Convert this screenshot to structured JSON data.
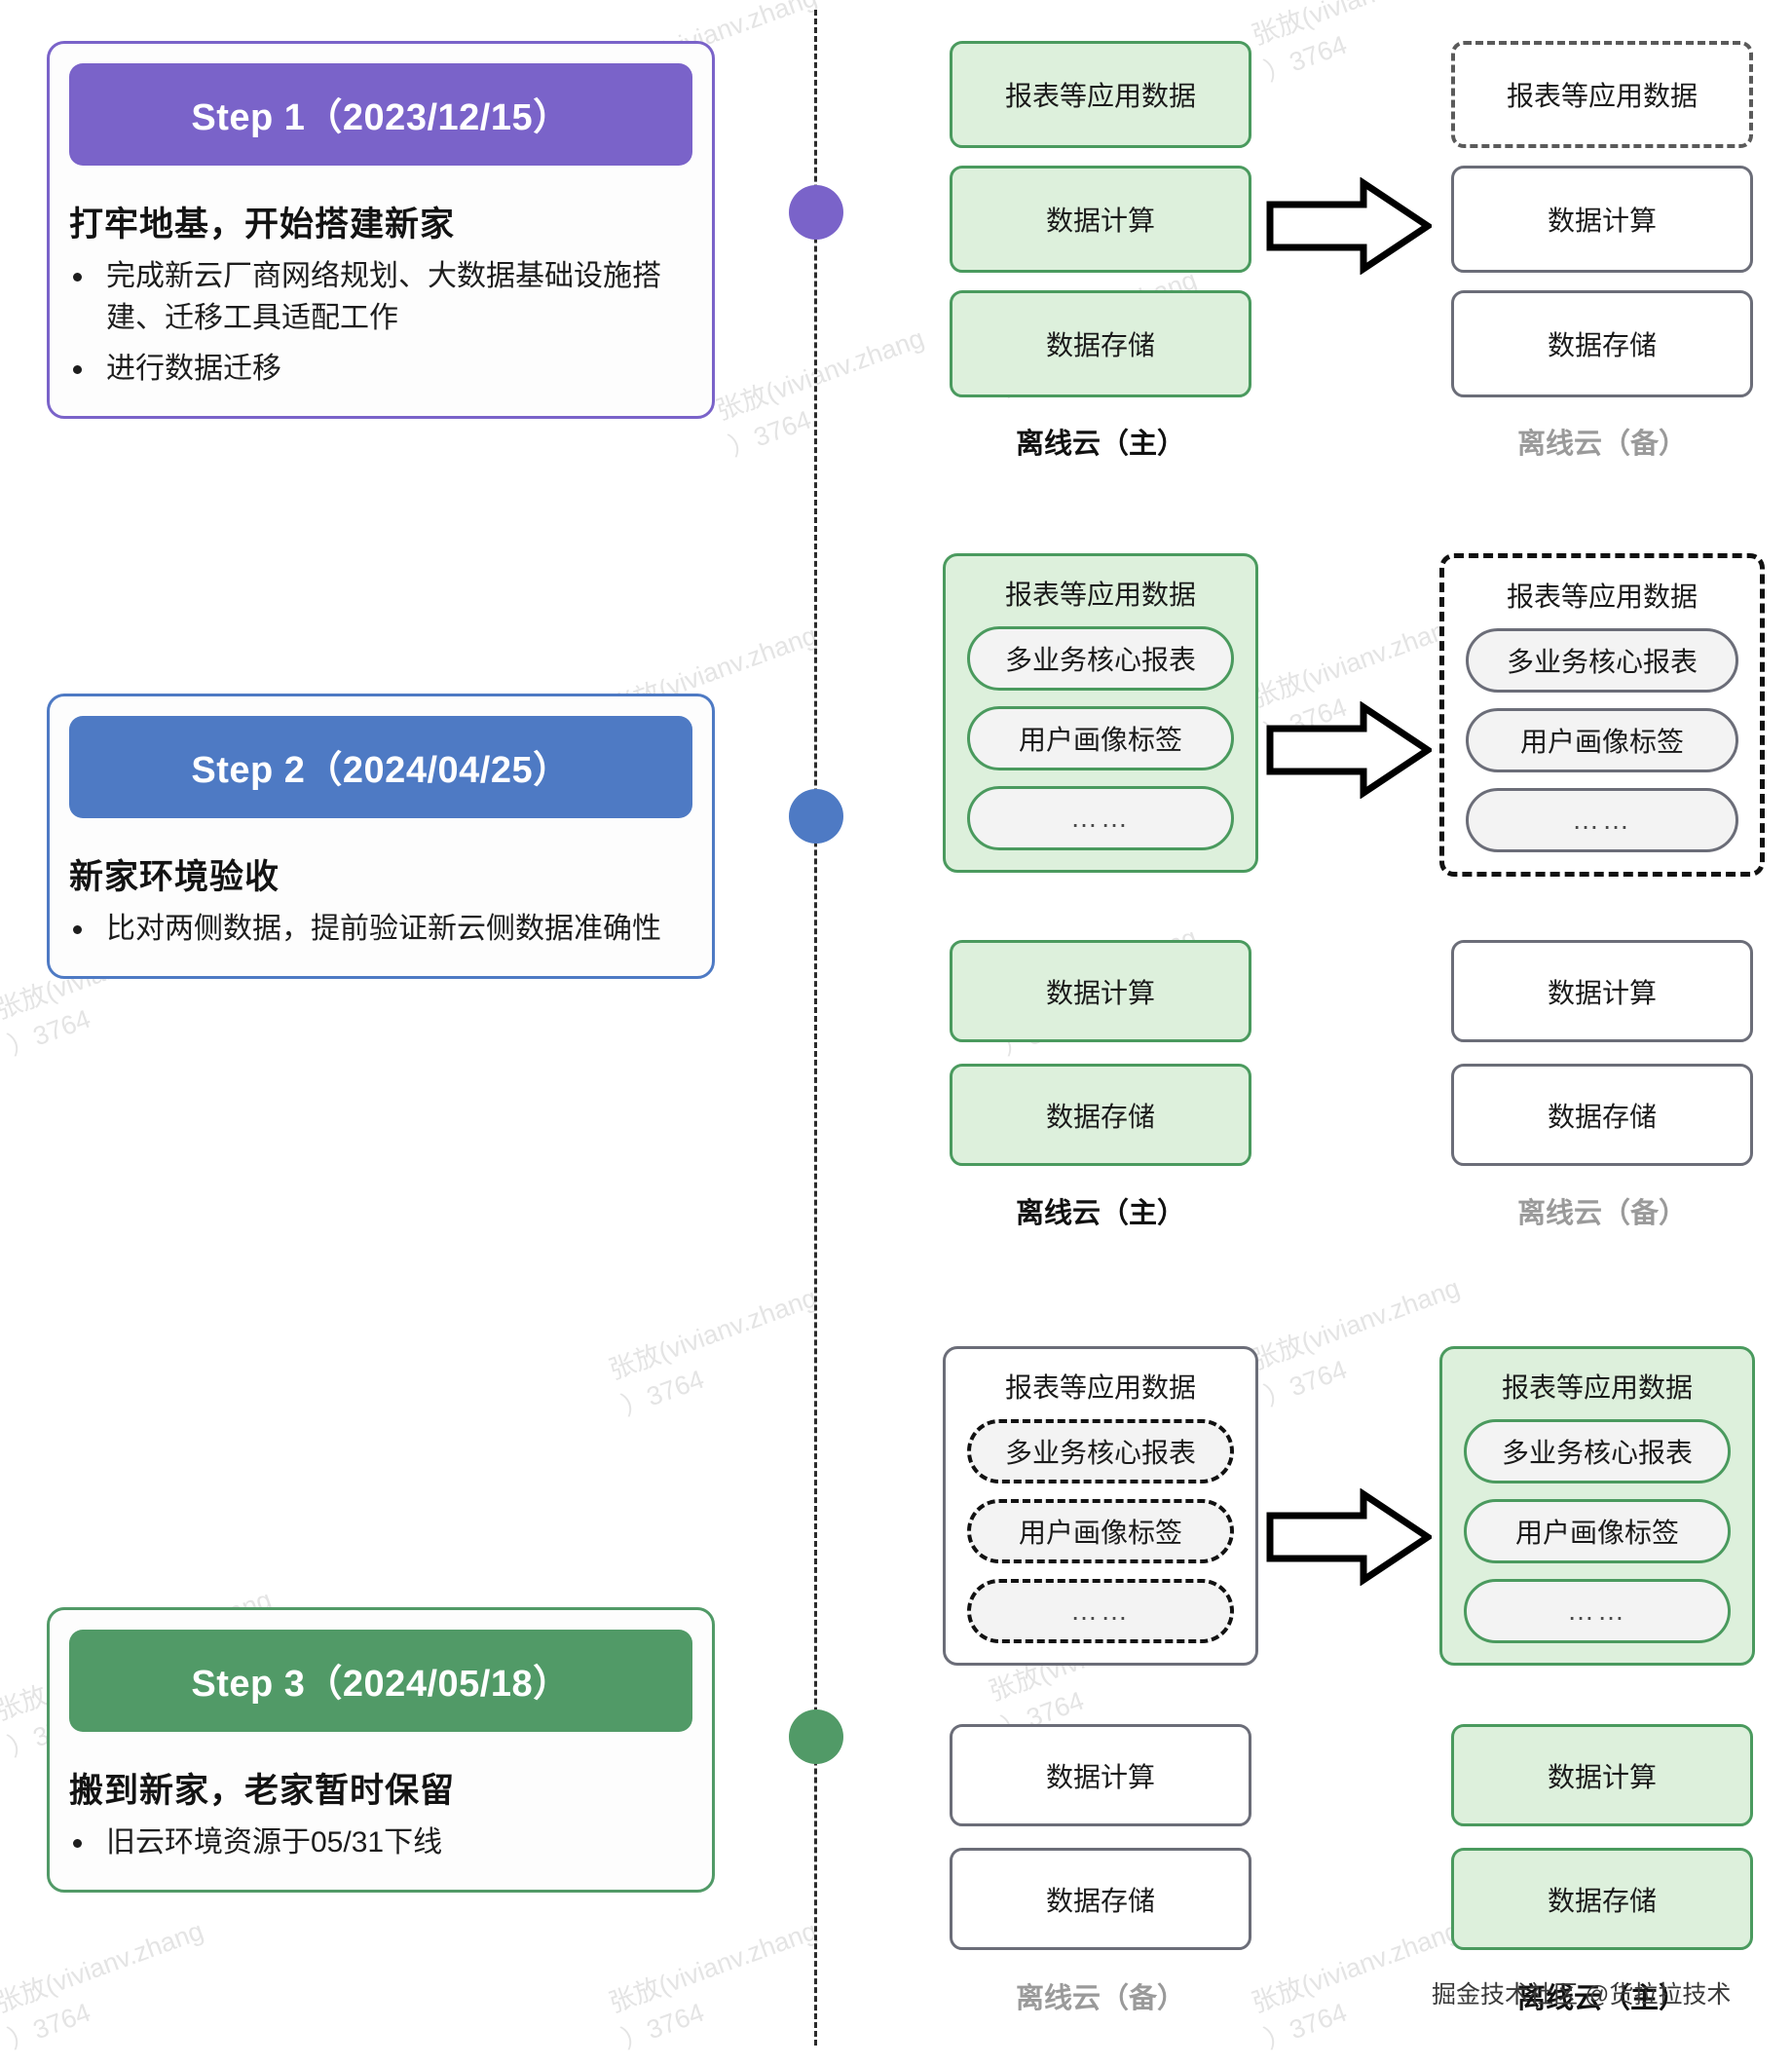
{
  "colors": {
    "step1_accent": "#7a63c9",
    "step2_accent": "#4e7ac4",
    "step3_accent": "#519a67",
    "green_fill": "#ddf0dc",
    "green_border": "#4a9a5e",
    "gray_border": "#6b6d78",
    "muted_label": "#9a9a9a"
  },
  "steps": [
    {
      "header": "Step 1（2023/12/15）",
      "title": "打牢地基，开始搭建新家",
      "bullets": [
        "完成新云厂商网络规划、大数据基础设施搭建、迁移工具适配工作",
        "进行数据迁移"
      ]
    },
    {
      "header": "Step 2（2024/04/25）",
      "title": "新家环境验收",
      "bullets": [
        "比对两侧数据，提前验证新云侧数据准确性"
      ]
    },
    {
      "header": "Step 3（2024/05/18）",
      "title": "搬到新家，老家暂时保留",
      "bullets": [
        "旧云环境资源于05/31下线"
      ]
    }
  ],
  "labels": {
    "app_data": "报表等应用数据",
    "compute": "数据计算",
    "storage": "数据存储",
    "core_report": "多业务核心报表",
    "user_profile_tag": "用户画像标签",
    "ellipsis": "……",
    "cloud_primary": "离线云（主）",
    "cloud_backup": "离线云（备）"
  },
  "diagrams": [
    {
      "id": "stage-1",
      "left": {
        "label": "离线云（主）",
        "style": "green"
      },
      "right": {
        "label": "离线云（备）",
        "style": "gray"
      }
    },
    {
      "id": "stage-2",
      "left": {
        "label": "离线云（主）",
        "style": "green"
      },
      "right": {
        "label": "离线云（备）",
        "style": "gray"
      }
    },
    {
      "id": "stage-3",
      "left": {
        "label": "离线云（备）",
        "style": "gray"
      },
      "right": {
        "label": "离线云（主）",
        "style": "green"
      }
    }
  ],
  "watermark": {
    "line1": "张放(vivianv.zhang",
    "line2": "）3764"
  },
  "credit": "掘金技术社区 @货拉拉技术"
}
